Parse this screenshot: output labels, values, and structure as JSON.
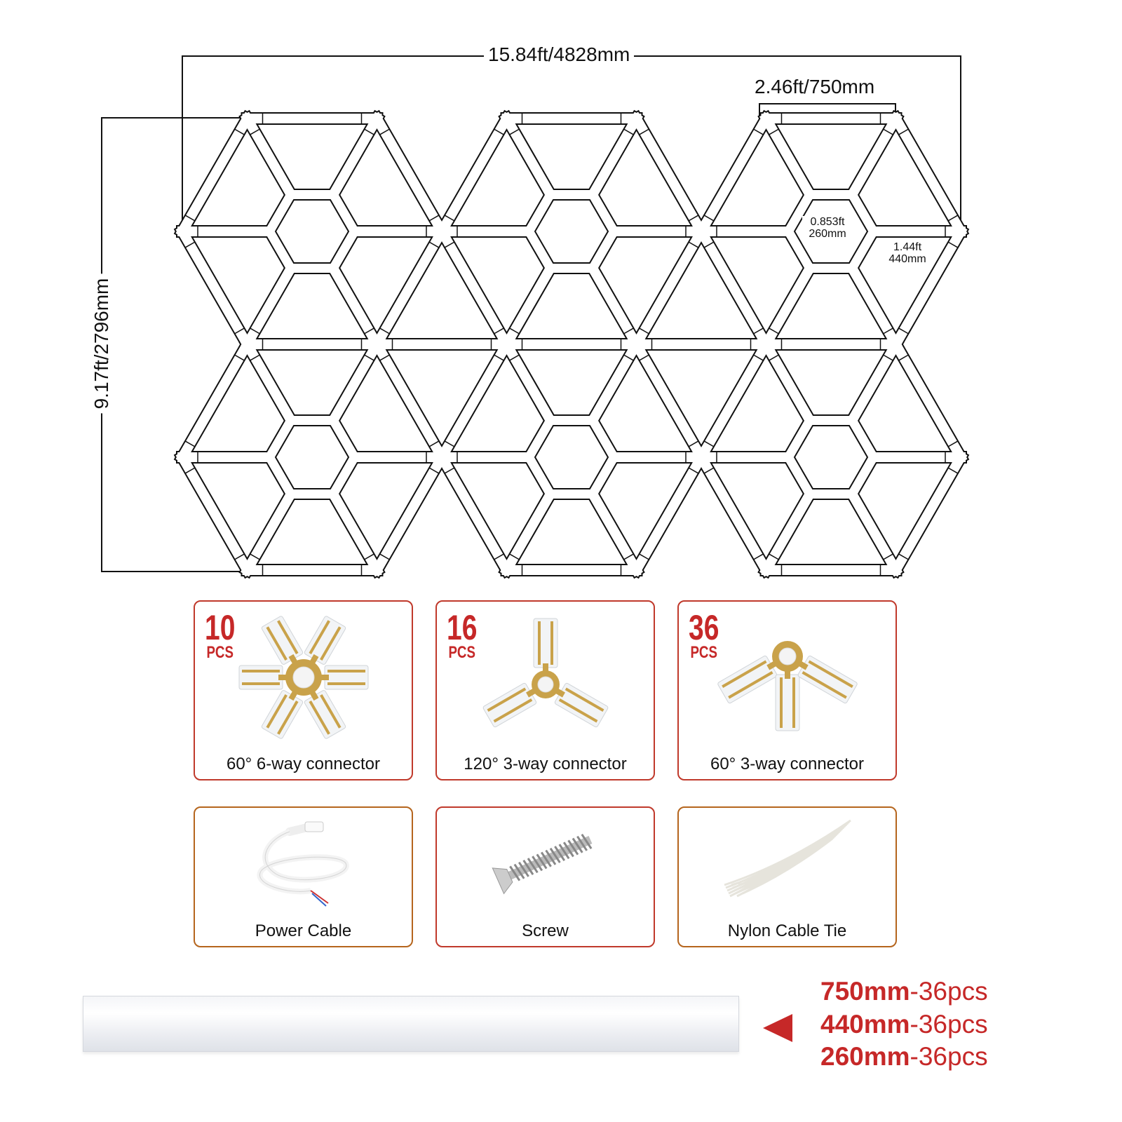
{
  "dimensions": {
    "total_width": "15.84ft/4828mm",
    "total_height": "9.17ft/2796mm",
    "segment_750": "2.46ft/750mm",
    "segment_260": {
      "ft": "0.853ft",
      "mm": "260mm"
    },
    "segment_440": {
      "ft": "1.44ft",
      "mm": "440mm"
    }
  },
  "parts": [
    {
      "qty": "10",
      "unit": "PCS",
      "label": "60° 6-way connector"
    },
    {
      "qty": "16",
      "unit": "PCS",
      "label": "120° 3-way connector"
    },
    {
      "qty": "36",
      "unit": "PCS",
      "label": "60° 3-way connector"
    }
  ],
  "accessories": [
    {
      "label": "Power Cable"
    },
    {
      "label": "Screw"
    },
    {
      "label": "Nylon Cable Tie"
    }
  ],
  "bars": [
    {
      "length": "750mm",
      "count": "-36pcs"
    },
    {
      "length": "440mm",
      "count": "-36pcs"
    },
    {
      "length": "260mm",
      "count": "-36pcs"
    }
  ],
  "colors": {
    "accent": "#c62828",
    "box_red": "#c0392b",
    "box_orange": "#b5651d",
    "gold": "#c9a24a"
  }
}
